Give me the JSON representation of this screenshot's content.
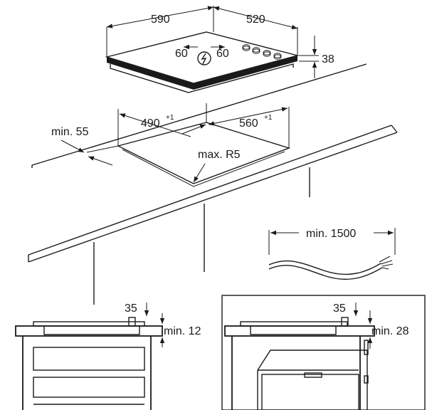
{
  "dimensions": {
    "hob_width": "590",
    "hob_depth": "520",
    "hob_height": "38",
    "cutout_width": "490",
    "cutout_width_tol": "+1",
    "cutout_depth": "560",
    "cutout_depth_tol": "+1",
    "edge_distance": "min. 55",
    "corner_radius": "max. R5",
    "cable_length": "min. 1500",
    "clearance_left": "60",
    "clearance_right": "60",
    "detail_left_inset": "35",
    "detail_left_gap": "min. 12",
    "detail_right_inset": "35",
    "detail_right_gap": "min. 28"
  },
  "icons": {
    "power": "power-connection-icon",
    "arrow": "dimension-arrow-icon"
  },
  "colors": {
    "ink": "#1a1a1a",
    "background": "#ffffff"
  }
}
